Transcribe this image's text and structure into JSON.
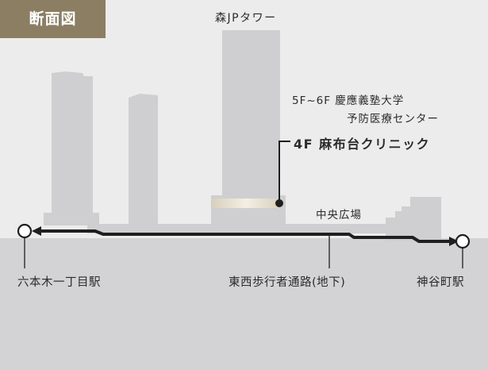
{
  "header": {
    "badge_label": "断面図"
  },
  "labels": {
    "tower": "森JPタワー",
    "keio_line1": "5F~6F 慶應義塾大学",
    "keio_line2": "予防医療センター",
    "clinic": "4F 麻布台クリニック",
    "plaza": "中央広場",
    "passage": "東西歩行者通路(地下)"
  },
  "stations": {
    "west": "六本木一丁目駅",
    "east": "神谷町駅"
  },
  "colors": {
    "background_sky": "#ececec",
    "ground": "#d3d3d5",
    "buildings": "#cfcfd1",
    "badge": "#8b7e63",
    "clinic_highlight": "#e4ddcc",
    "route_line": "#1f1f1f"
  }
}
